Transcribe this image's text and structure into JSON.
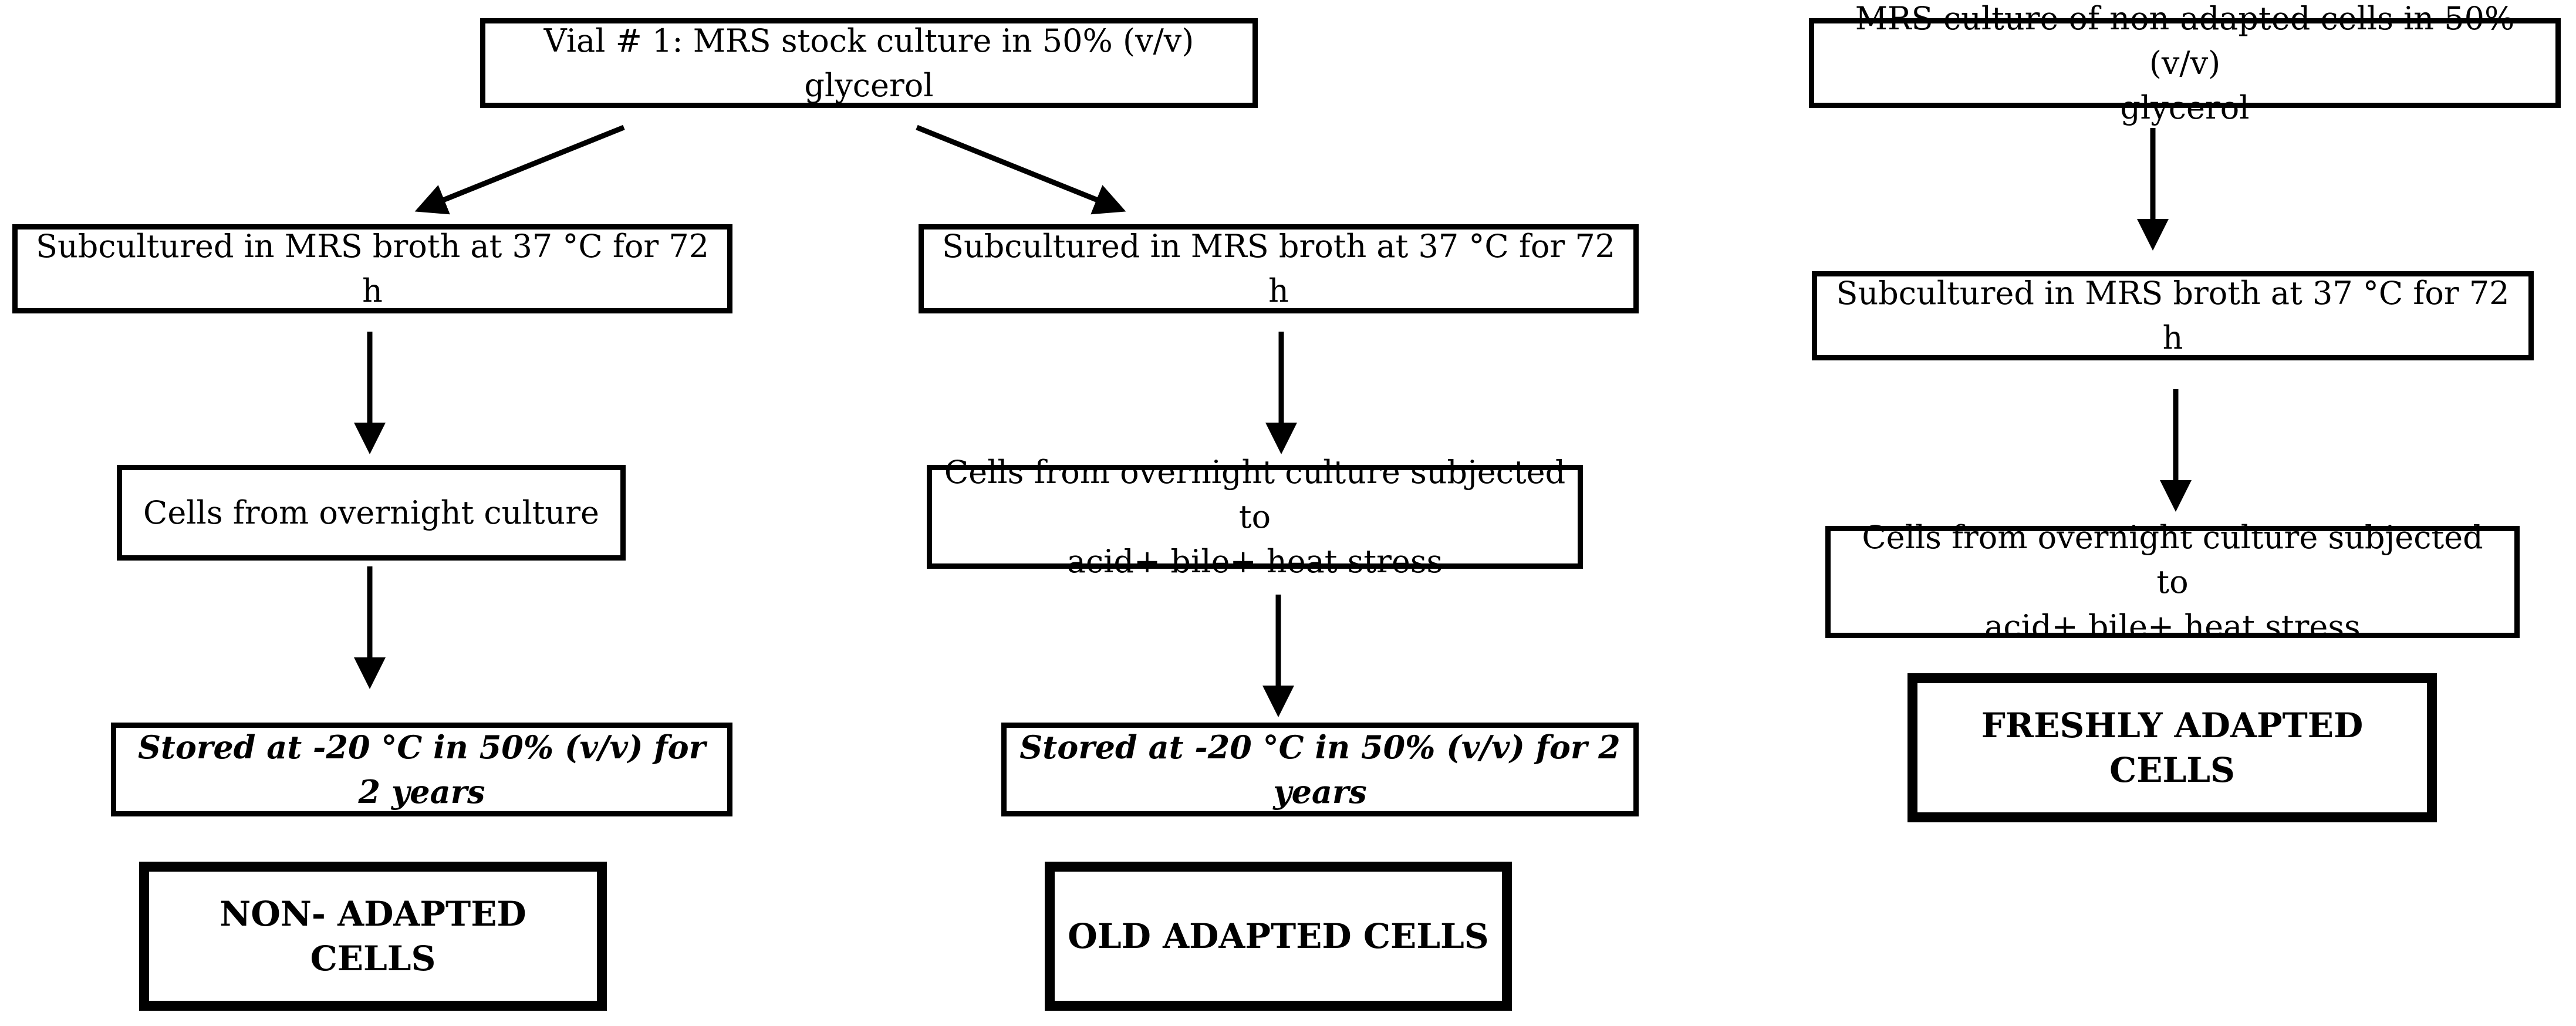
{
  "diagram": {
    "nodes": {
      "vial": "Vial # 1: MRS stock culture in 50% (v/v) glycerol",
      "sub_left": "Subcultured in MRS broth at 37 °C for 72 h",
      "sub_mid": "Subcultured in MRS broth at 37 °C for 72 h",
      "cells_left": "Cells from overnight culture",
      "cells_mid_line1": "Cells from overnight culture subjected to",
      "cells_mid_line2": "acid+ bile+ heat stress",
      "stored_left": "Stored at -20 °C in 50% (v/v) for 2 years",
      "stored_mid": "Stored at -20 °C in 50% (v/v) for 2 years",
      "label_non_adapted": "NON- ADAPTED CELLS",
      "label_old_adapted": "OLD ADAPTED CELLS",
      "right_top_line1": "MRS culture of non-adapted cells in 50% (v/v)",
      "right_top_line2": "glycerol",
      "sub_right": "Subcultured in MRS broth at 37 °C for 72 h",
      "cells_right_line1": "Cells from overnight culture subjected to",
      "cells_right_line2": "acid+ bile+ heat stress",
      "label_freshly_adapted": "FRESHLY ADAPTED CELLS"
    }
  }
}
